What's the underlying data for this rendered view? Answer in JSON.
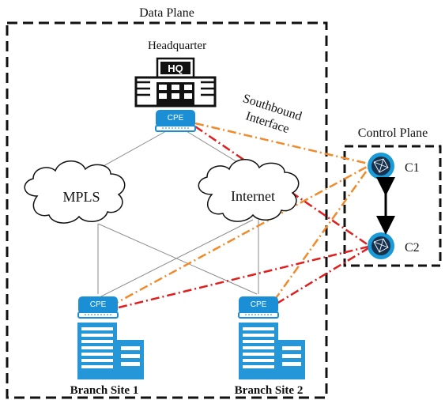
{
  "title": "Data Plane",
  "control_plane": {
    "title": "Control Plane",
    "controllers": [
      "C1",
      "C2"
    ]
  },
  "headquarter": {
    "label": "Headquarter",
    "badge": "HQ",
    "device": "CPE"
  },
  "clouds": {
    "mpls": "MPLS",
    "internet": "Internet"
  },
  "interface_label": {
    "line1": "Southbound",
    "line2": "Interface"
  },
  "branches": [
    {
      "label": "Branch Site 1",
      "device": "CPE"
    },
    {
      "label": "Branch Site 2",
      "device": "CPE"
    }
  ],
  "colors": {
    "cpe": "#1a8fd6",
    "building": "#2596d8",
    "orange_link": "#f08a2a",
    "red_link": "#e01e1e",
    "controller": "#1a9bd7"
  },
  "icons": [
    "hq-building-icon",
    "router-icon",
    "branch-building-icon",
    "controller-globe-icon",
    "cloud-icon"
  ]
}
